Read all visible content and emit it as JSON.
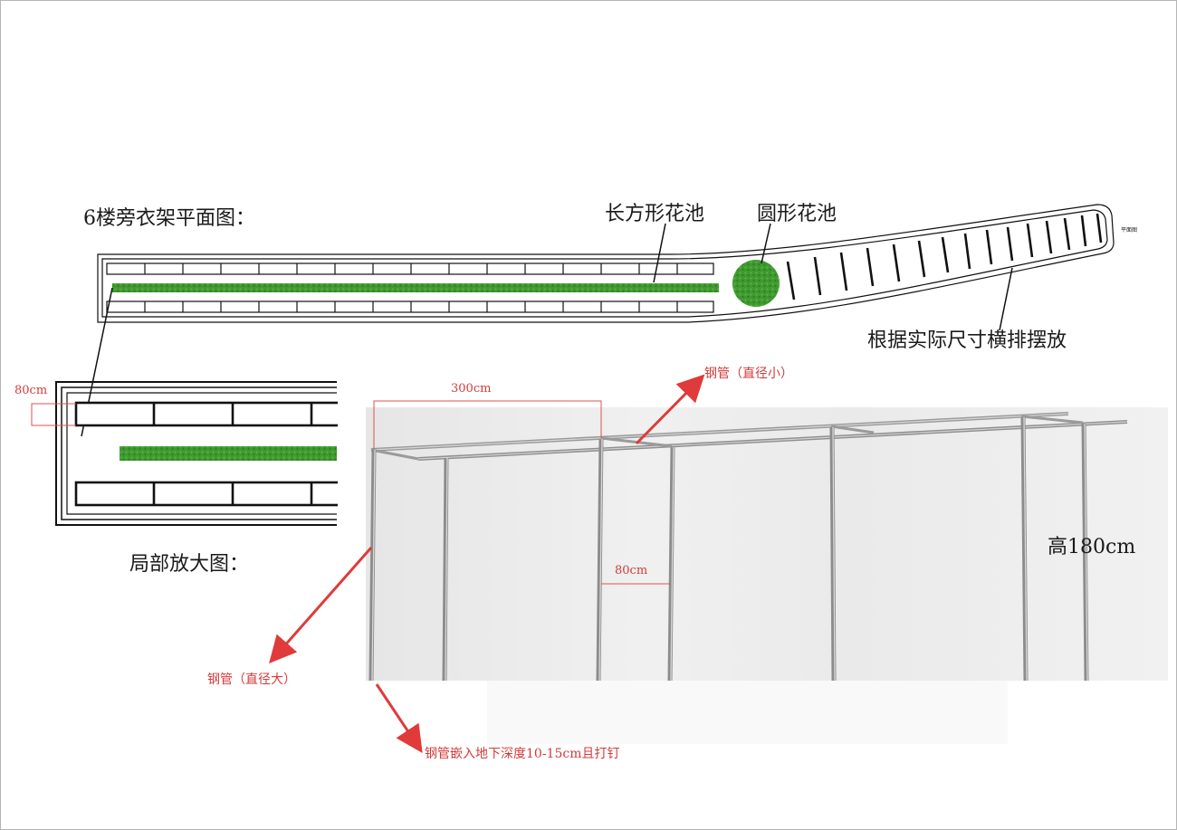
{
  "labels": {
    "plan_title": "6楼旁衣架平面图：",
    "rect_pool": "长方形花池",
    "round_pool": "圆形花池",
    "arrange_note": "根据实际尺寸横排摆放",
    "tiny_mark": "平面图",
    "detail_title": "局部放大图：",
    "detail_width": "80cm",
    "span_length": "300cm",
    "pipe_small": "钢管（直径小）",
    "pipe_large": "钢管（直径大）",
    "pipe_depth_note": "钢管嵌入地下深度10-15cm且打钉",
    "height_note": "高180cm",
    "frame_width": "80cm"
  },
  "colors": {
    "grass": "#3f9a2f",
    "grass_dark": "#2f7a22",
    "annotation_red": "#e03a3a",
    "outline": "#111111",
    "steel": "#9a9a9a"
  },
  "icons": {
    "arrow": "red-arrow-icon"
  }
}
